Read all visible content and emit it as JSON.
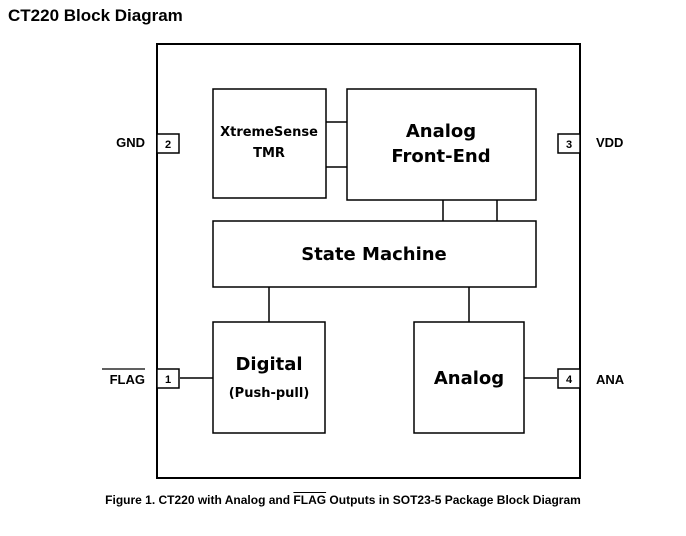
{
  "heading": "CT220 Block Diagram",
  "blocks": {
    "tmr": {
      "line1": "XtremeSense",
      "line2": "TMR"
    },
    "afe": {
      "line1": "Analog",
      "line2": "Front-End"
    },
    "state_machine": "State Machine",
    "digital": {
      "line1": "Digital",
      "line2": "(Push-pull)"
    },
    "analog": "Analog"
  },
  "pins": [
    {
      "number": "2",
      "name": "GND"
    },
    {
      "number": "3",
      "name": "VDD"
    },
    {
      "number": "1",
      "name": "FLAG"
    },
    {
      "number": "4",
      "name": "ANA"
    }
  ],
  "caption": {
    "prefix": "Figure 1. CT220 with Analog and ",
    "overlined": "FLAG",
    "suffix": " Outputs in SOT23-5 Package Block Diagram"
  }
}
